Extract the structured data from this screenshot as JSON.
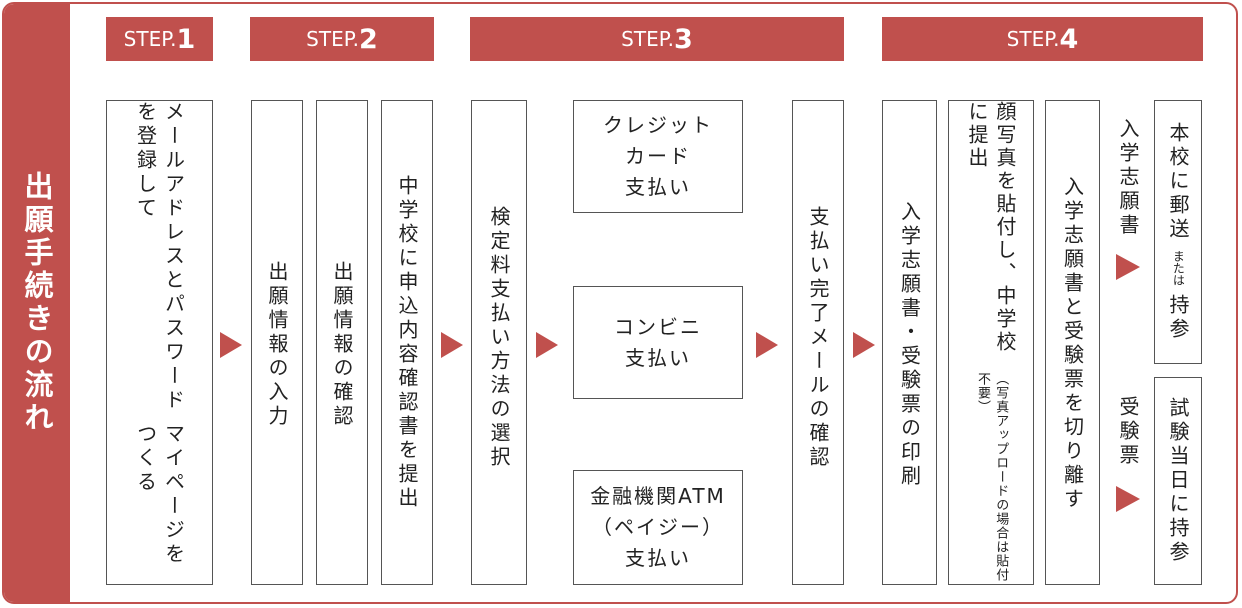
{
  "sidebar": {
    "title": "出願手続きの流れ"
  },
  "steps": [
    {
      "prefix": "STEP.",
      "num": "1"
    },
    {
      "prefix": "STEP.",
      "num": "2"
    },
    {
      "prefix": "STEP.",
      "num": "3"
    },
    {
      "prefix": "STEP.",
      "num": "4"
    }
  ],
  "step1": {
    "line1": "メールアドレスとパスワードを登録して",
    "line2": "マイページをつくる"
  },
  "step2": {
    "input": "出願情報の入力",
    "confirm": "出願情報の確認",
    "submit": "中学校に申込内容確認書を提出"
  },
  "step3": {
    "select": "検定料支払い方法の選択",
    "credit": [
      "クレジット",
      "カード",
      "支払い"
    ],
    "convenience": [
      "コンビニ",
      "支払い"
    ],
    "atm": [
      "金融機関ATM",
      "（ペイジー）",
      "支払い"
    ],
    "complete": "支払い完了メールの確認"
  },
  "step4": {
    "print": "入学志願書・受験票の印刷",
    "photo_line1": "顔写真を貼付し、中学校に提出",
    "photo_note": "（写真アップロードの場合は貼付不要）",
    "cut": "入学志願書と受験票を切り離す",
    "label_app": "入学志願書",
    "label_ticket": "受験票",
    "mail_a": "本校に郵送",
    "mail_or": "または",
    "mail_b": "持参",
    "exam_day": "試験当日に持参"
  },
  "colors": {
    "accent": "#c0504d",
    "border": "#555555"
  }
}
